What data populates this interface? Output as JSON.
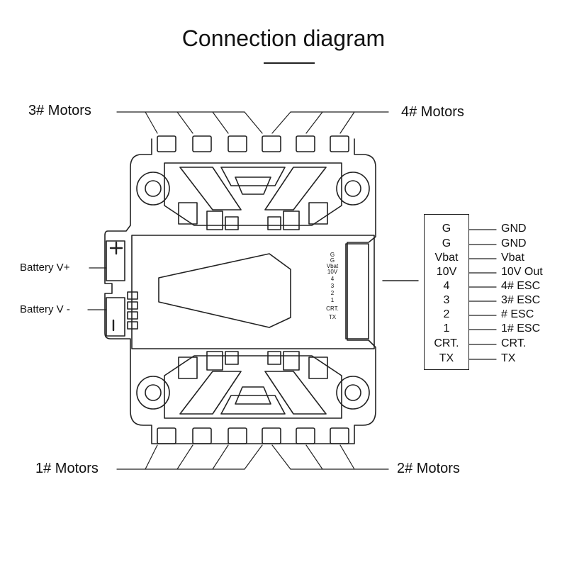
{
  "title": "Connection diagram",
  "motors": {
    "m3": "3# Motors",
    "m4": "4# Motors",
    "m1": "1# Motors",
    "m2": "2# Motors"
  },
  "battery": {
    "positive": "Battery V+",
    "negative": "Battery V -",
    "plus_symbol": "+",
    "minus_symbol": "-"
  },
  "board_pads": [
    "G",
    "G",
    "Vbat",
    "10V",
    "4",
    "3",
    "2",
    "1",
    "CRT.",
    "TX"
  ],
  "connector_pins": [
    "G",
    "G",
    "Vbat",
    "10V",
    "4",
    "3",
    "2",
    "1",
    "CRT.",
    "TX"
  ],
  "signals": [
    "GND",
    "GND",
    "Vbat",
    "10V Out",
    "4# ESC",
    "3# ESC",
    "# ESC",
    "1# ESC",
    "CRT.",
    "TX"
  ]
}
